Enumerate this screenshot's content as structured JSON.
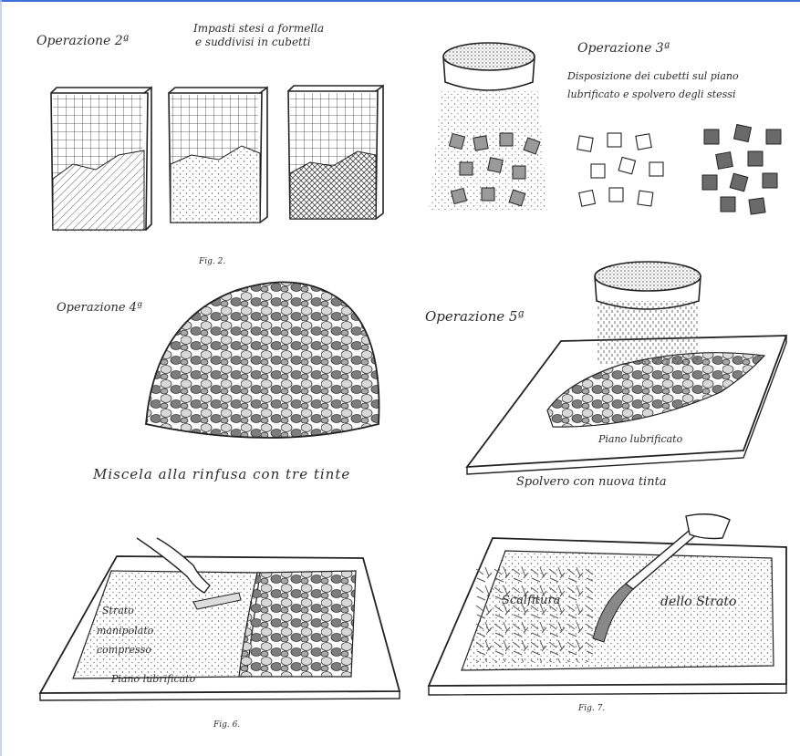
{
  "colors": {
    "ink": "#2b2b2b",
    "topRule": "#3f6fd6",
    "leftRule": "#b8c7ea",
    "paper": "#ffffff"
  },
  "op2": {
    "title": "Operazione 2ª",
    "caption_line1": "Impasti stesi a formella",
    "caption_line2": "e suddivisi in cubetti"
  },
  "op3": {
    "title": "Operazione 3ª",
    "caption_line1": "Disposizione dei cubetti sul piano",
    "caption_line2": "lubrificato e spolvero degli stessi"
  },
  "fig2": "Fig. 2.",
  "op4": {
    "title": "Operazione 4ª",
    "caption": "Miscela alla rinfusa con tre tinte"
  },
  "op5": {
    "title": "Operazione 5ª",
    "plane_label": "Piano lubrificato",
    "caption": "Spolvero con nuova tinta"
  },
  "fig6": {
    "label1": "Strato",
    "label2": "manipolato",
    "label3": "compresso",
    "plane_label": "Piano lubrificato",
    "fig": "Fig. 6."
  },
  "fig7": {
    "label_left": "Scalfitura",
    "label_right": "dello Strato",
    "fig": "Fig. 7."
  }
}
